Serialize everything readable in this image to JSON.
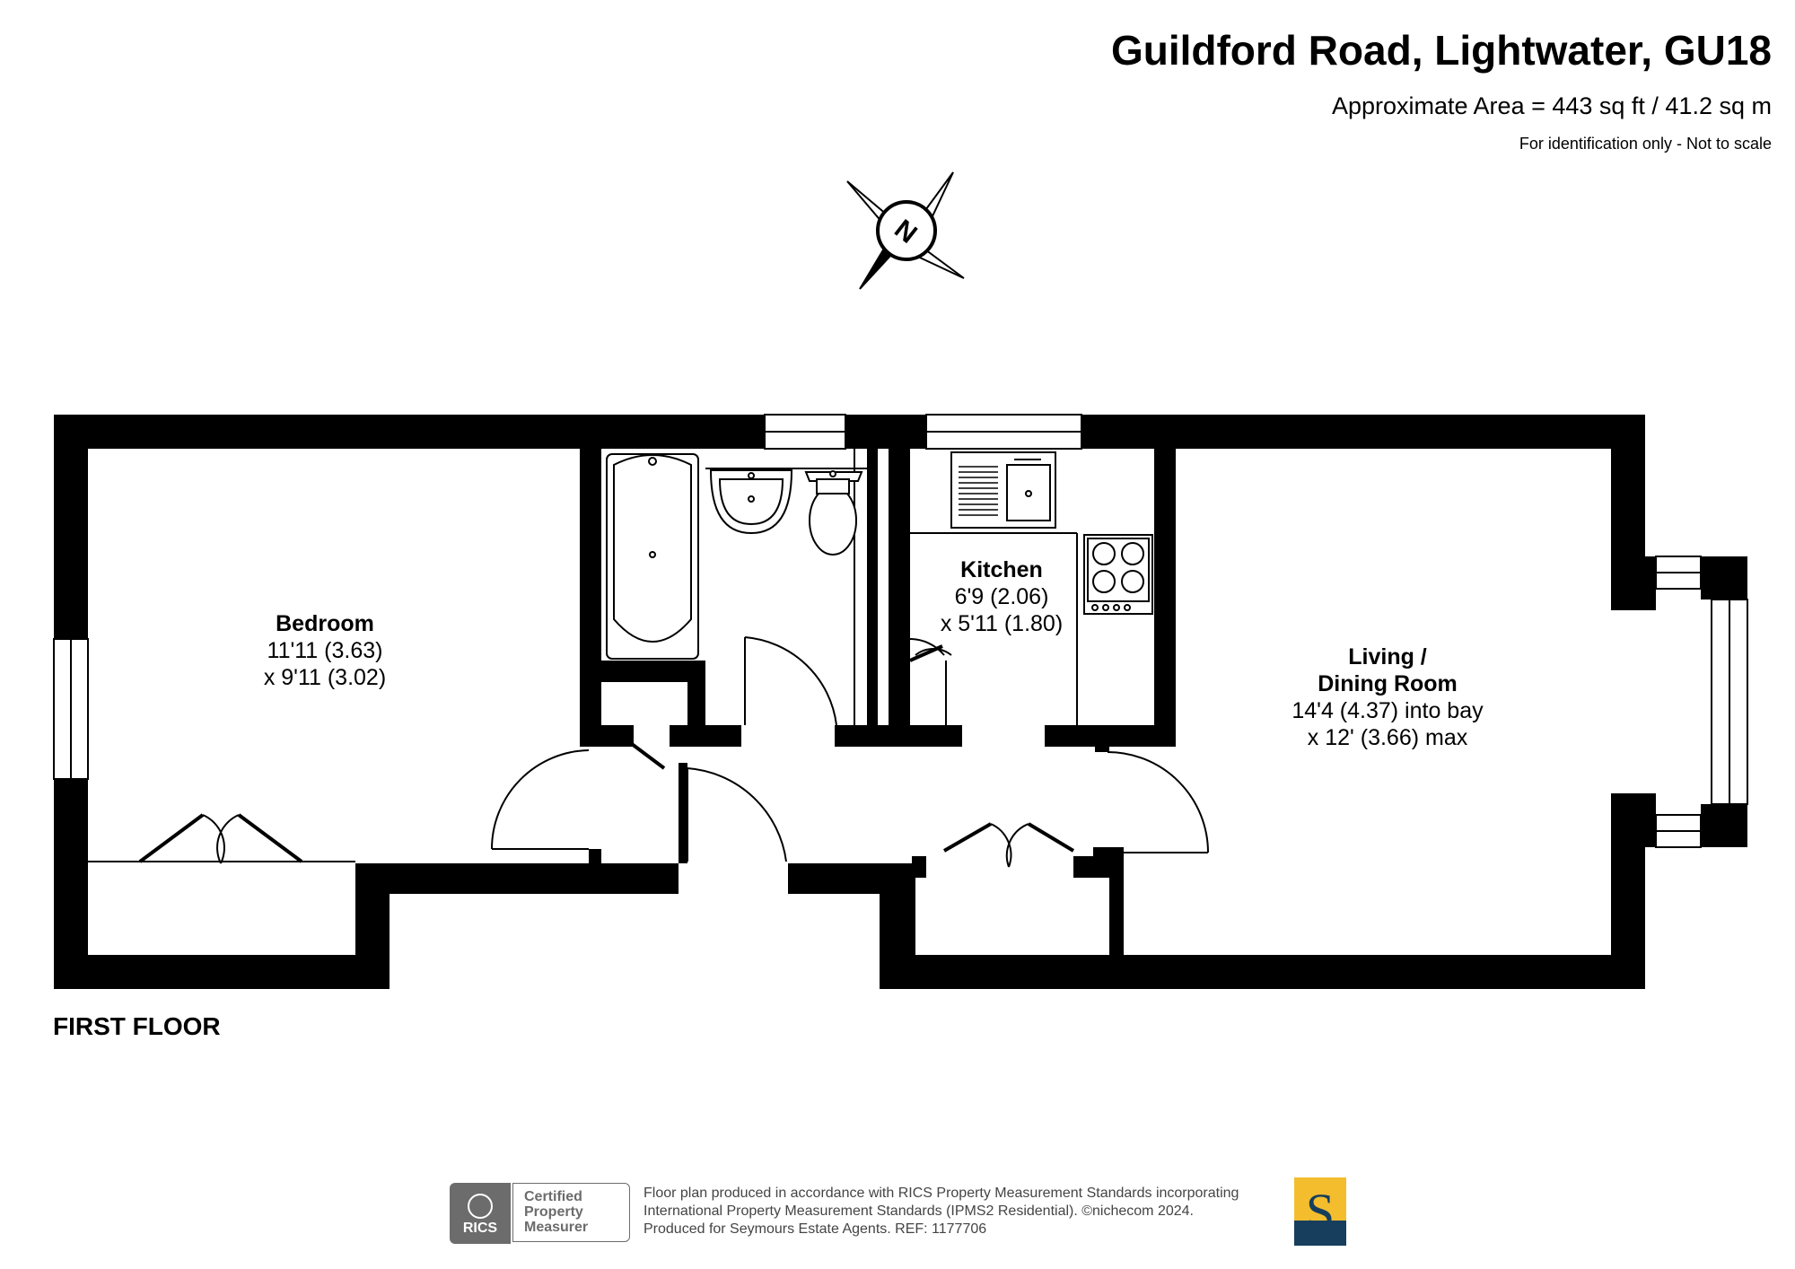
{
  "header": {
    "title": "Guildford Road, Lightwater, GU18",
    "area": "Approximate Area = 443 sq ft / 41.2 sq m",
    "note": "For identification only - Not to scale"
  },
  "compass": {
    "letter": "N"
  },
  "rooms": {
    "bedroom": {
      "name": "Bedroom",
      "dim1": "11'11 (3.63)",
      "dim2": "x 9'11 (3.02)"
    },
    "kitchen": {
      "name": "Kitchen",
      "dim1": "6'9 (2.06)",
      "dim2": "x 5'11 (1.80)"
    },
    "living": {
      "name_line1": "Living /",
      "name_line2": "Dining Room",
      "dim1": "14'4 (4.37) into bay",
      "dim2": "x 12' (3.66) max"
    }
  },
  "floor_label": "FIRST FLOOR",
  "footer": {
    "rics_short": "RICS",
    "certified_line1": "Certified",
    "certified_line2": "Property",
    "certified_line3": "Measurer",
    "disclaimer_line1": "Floor plan produced in accordance with RICS Property Measurement Standards incorporating",
    "disclaimer_line2": "International Property Measurement Standards (IPMS2 Residential).   ©nichecom 2024.",
    "disclaimer_line3": "Produced for Seymours Estate Agents.   REF:  1177706",
    "logo_letter": "S"
  },
  "colors": {
    "wall": "#000000",
    "logo_gold": "#f3bd2e",
    "logo_navy": "#173e5c",
    "badge_gray": "#6c6c6c"
  }
}
